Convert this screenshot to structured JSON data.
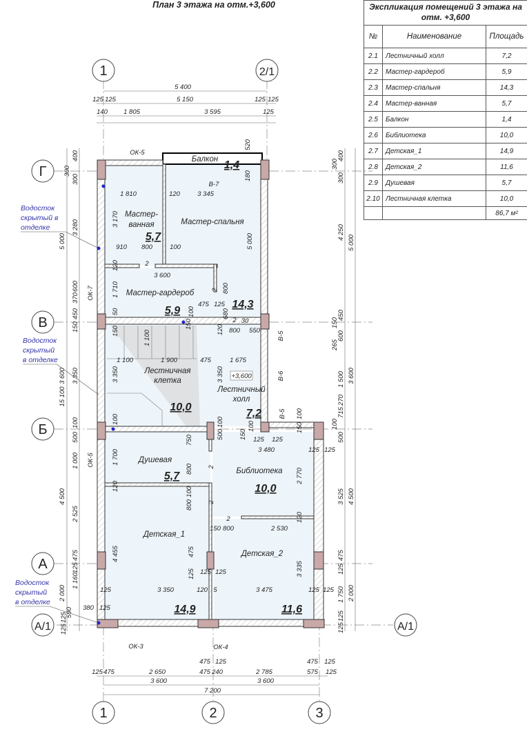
{
  "title": "План 3 этажа на отм.+3,600",
  "explication": {
    "title_line1": "Экспликация помещений 3 этажа на",
    "title_line2": "отм. +3,600",
    "headers": {
      "num": "№",
      "name": "Наименование",
      "area": "Площадь"
    },
    "rows": [
      {
        "num": "2.1",
        "name": "Лестничный холл",
        "area": "7,2"
      },
      {
        "num": "2.2",
        "name": "Мастер-гардероб",
        "area": "5,9"
      },
      {
        "num": "2.3",
        "name": "Мастер-спальня",
        "area": "14,3"
      },
      {
        "num": "2.4",
        "name": "Мастер-ванная",
        "area": "5,7"
      },
      {
        "num": "2.5",
        "name": "Балкон",
        "area": "1,4"
      },
      {
        "num": "2.6",
        "name": "Библиотека",
        "area": "10,0"
      },
      {
        "num": "2.7",
        "name": "Детская_1",
        "area": "14,9"
      },
      {
        "num": "2.8",
        "name": "Детская_2",
        "area": "11,6"
      },
      {
        "num": "2.9",
        "name": "Душевая",
        "area": "5,7"
      },
      {
        "num": "2.10",
        "name": "Лестничная клетка",
        "area": "10,0"
      }
    ],
    "total": "86,7 м²"
  },
  "axes": {
    "top_1": "1",
    "top_21": "2/1",
    "left_G": "Г",
    "left_V": "В",
    "left_B": "Б",
    "left_A": "А",
    "left_A1": "А/1",
    "right_A1": "А/1",
    "bottom_1": "1",
    "bottom_2": "2",
    "bottom_3": "3"
  },
  "rooms": {
    "balcony": {
      "name": "Балкон",
      "area": "1,4"
    },
    "master_bath": {
      "name_l1": "Мастер-",
      "name_l2": "ванная",
      "area": "5,7"
    },
    "master_bedroom": {
      "name": "Мастер-спальня",
      "area": "14,3"
    },
    "master_wardrobe": {
      "name": "Мастер-гардероб",
      "area": "5,9"
    },
    "stair_cell": {
      "name_l1": "Лестничная",
      "name_l2": "клетка",
      "area": "10,0"
    },
    "stair_hall": {
      "name_l1": "Лестничный",
      "name_l2": "холл",
      "area": "7,2"
    },
    "shower": {
      "name": "Душевая",
      "area": "5,7"
    },
    "library": {
      "name": "Библиотека",
      "area": "10,0"
    },
    "kids1": {
      "name": "Детская_1",
      "area": "14,9"
    },
    "kids2": {
      "name": "Детская_2",
      "area": "11,6"
    }
  },
  "level_mark": "+3,600",
  "openings": {
    "ok5_top": "ОК-5",
    "v7": "В-7",
    "ok7": "ОК-7",
    "v5a": "В-5",
    "v6": "В-6",
    "v5b": "В-5",
    "ok5_left": "ОК-5",
    "ok3": "ОК-3",
    "ok4": "ОК-4"
  },
  "notes": [
    {
      "l1": "Водосток",
      "l2": "скрытый в",
      "l3": "отделке"
    },
    {
      "l1": "Водосток",
      "l2": "скрытый",
      "l3": "в отделке"
    },
    {
      "l1": "Водосток",
      "l2": "скрытый",
      "l3": "в отделке"
    }
  ],
  "dimensions": {
    "top": [
      "5 400",
      "125",
      "125",
      "5 150",
      "125",
      "125",
      "140",
      "1 805",
      "3 595",
      "125"
    ],
    "bottom": [
      "475",
      "125",
      "475",
      "125",
      "125",
      "475",
      "2 650",
      "475",
      "240",
      "2 785",
      "575",
      "125",
      "3 600",
      "3 600",
      "7 200"
    ],
    "left": [
      "15 100",
      "5 000",
      "3 600",
      "4 500",
      "2 000",
      "400",
      "300",
      "300",
      "3 280",
      "600",
      "370",
      "450",
      "150",
      "3 350",
      "100",
      "500",
      "1 000",
      "2 525",
      "475",
      "125",
      "1 160",
      "590",
      "125",
      "125"
    ],
    "right": [
      "5 000",
      "3 600",
      "4 500",
      "2 000",
      "400",
      "300",
      "300",
      "4 250",
      "450",
      "150",
      "600",
      "265",
      "1 500",
      "270",
      "715",
      "100",
      "500",
      "3 525",
      "475",
      "125",
      "1 750",
      "125",
      "125"
    ],
    "interior": [
      "1 810",
      "120",
      "3 345",
      "3 170",
      "5 000",
      "520",
      "180",
      "910",
      "800",
      "100",
      "2",
      "120",
      "3 600",
      "1 710",
      "50",
      "2",
      "800",
      "475",
      "125",
      "680",
      "2",
      "30",
      "150",
      "100",
      "120",
      "800",
      "550",
      "150",
      "1 100",
      "1 100",
      "1 900",
      "475",
      "1 675",
      "3 350",
      "3 350",
      "100",
      "100",
      "150",
      "100",
      "150",
      "100",
      "125",
      "125",
      "3 480",
      "125",
      "125",
      "750",
      "500",
      "1 700",
      "800",
      "2",
      "2 770",
      "120",
      "100",
      "800",
      "2",
      "2",
      "120",
      "150",
      "800",
      "2 530",
      "4 455",
      "475",
      "125",
      "125",
      "125",
      "3 335",
      "125",
      "3 350",
      "120",
      "5",
      "3 475",
      "125",
      "125",
      "380",
      "125"
    ]
  }
}
